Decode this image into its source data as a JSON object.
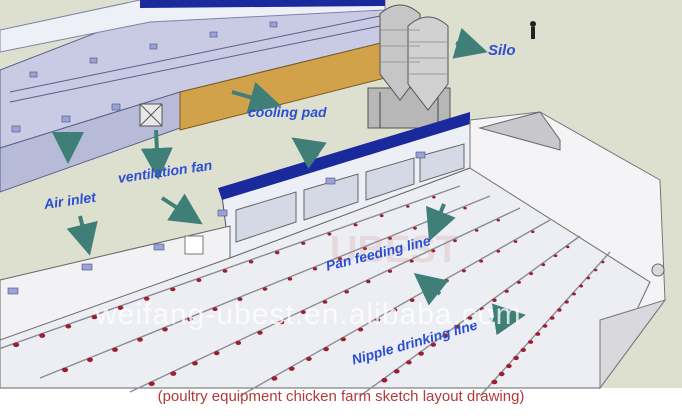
{
  "labels": {
    "silo": "Silo",
    "cooling_pad": "cooling pad",
    "air_inlet": "Air inlet",
    "ventilation_fan": "ventilation fan",
    "pan_feeding_line": "Pan feeding line",
    "nipple_drinking_line": "Nipple drinking line"
  },
  "watermark": "weifang-ubest.en.alibaba.com",
  "caption": "(poultry equipment chicken farm sketch layout drawing)",
  "colors": {
    "label": "#2b4fd3",
    "arrow": "#3f7f78",
    "caption": "#b23a3a",
    "cooling_pad": "#d2a24a",
    "ridge": "#1a2a9c",
    "feeder": "#9a1f2f"
  },
  "icons": {
    "arrow": "teal-arrow",
    "person": "person-figure"
  }
}
